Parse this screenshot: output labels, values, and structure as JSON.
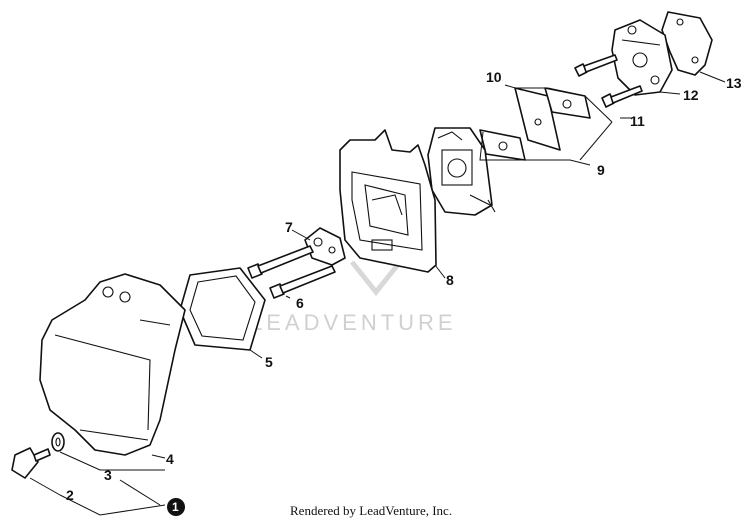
{
  "watermark": "LEADVENTURE",
  "footer": "Rendered by LeadVenture, Inc.",
  "callouts": {
    "c1": "1",
    "c2": "2",
    "c3": "3",
    "c4": "4",
    "c5": "5",
    "c6": "6",
    "c7": "7",
    "c8": "8",
    "c9": "9",
    "c10": "10",
    "c11": "11",
    "c12": "12",
    "c13": "13"
  },
  "colors": {
    "line": "#111111",
    "watermark": "#d0d0d0",
    "badge": "#111111"
  }
}
